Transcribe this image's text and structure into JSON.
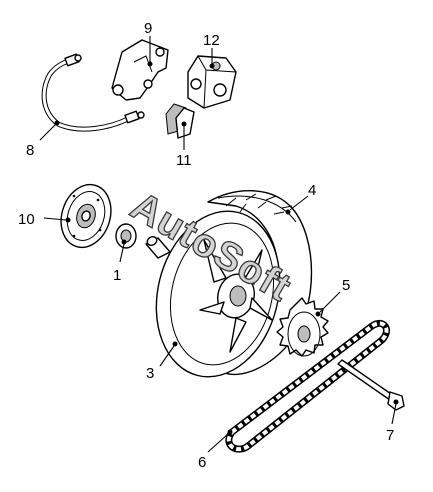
{
  "watermark": "AutoSoft",
  "callouts": [
    {
      "id": "1",
      "label": "1"
    },
    {
      "id": "3",
      "label": "3"
    },
    {
      "id": "4",
      "label": "4"
    },
    {
      "id": "5",
      "label": "5"
    },
    {
      "id": "6",
      "label": "6"
    },
    {
      "id": "7",
      "label": "7"
    },
    {
      "id": "8",
      "label": "8"
    },
    {
      "id": "9",
      "label": "9"
    },
    {
      "id": "10",
      "label": "10"
    },
    {
      "id": "11",
      "label": "11"
    },
    {
      "id": "12",
      "label": "12"
    }
  ]
}
